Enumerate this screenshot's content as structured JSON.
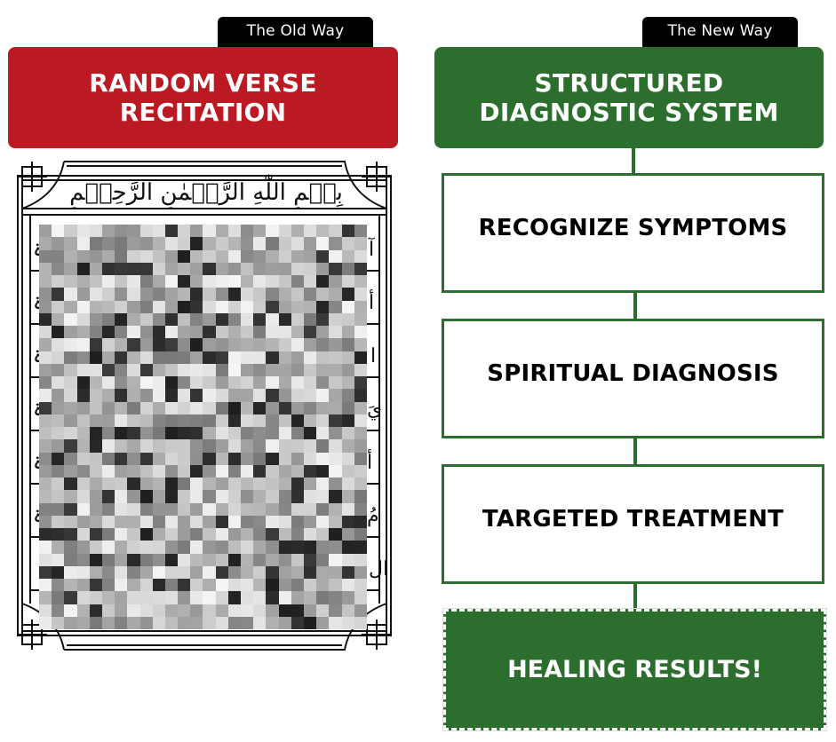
{
  "old_way": {
    "tag_label": "The Old Way",
    "title_line1": "RANDOM VERSE",
    "title_line2": "RECITATION",
    "color": "#bb1a22",
    "document": {
      "heading_arabic": "بِسۡمِ اللّٰهِ الرَّحۡمٰنِ الرَّحِيۡمِ",
      "content_state": "pixelated"
    }
  },
  "new_way": {
    "tag_label": "The New Way",
    "title_line1": "STRUCTURED",
    "title_line2": "DIAGNOSTIC SYSTEM",
    "color": "#2c6e2e",
    "steps": [
      {
        "label": "RECOGNIZE SYMPTOMS"
      },
      {
        "label": "SPIRITUAL DIAGNOSIS"
      },
      {
        "label": "TARGETED TREATMENT"
      }
    ],
    "result": {
      "label": "HEALING RESULTS!"
    }
  }
}
